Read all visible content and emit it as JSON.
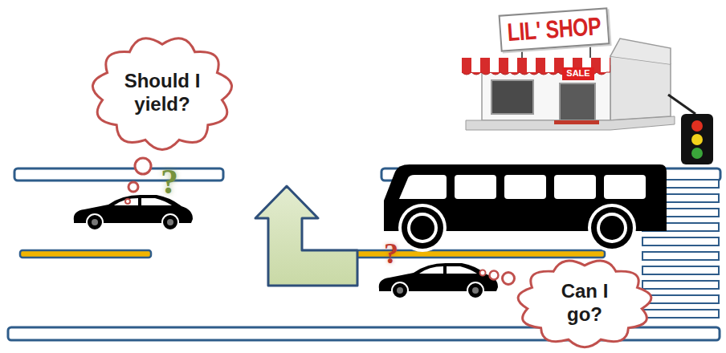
{
  "diagram": {
    "nodes": [
      {
        "text": [
          "Should I yield?"
        ]
      },
      {
        "text": [
          "LIL' SHOP"
        ]
      },
      {
        "text": [
          "SALE"
        ]
      },
      {
        "text": [
          "Can I go?"
        ]
      }
    ],
    "labels": [
      "?",
      "?"
    ]
  }
}
